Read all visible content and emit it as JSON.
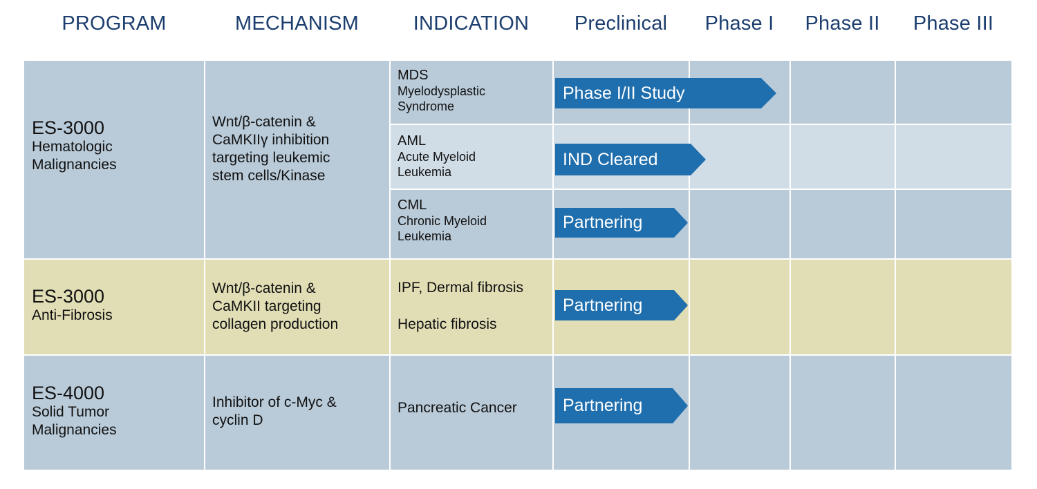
{
  "headers": {
    "program": "PROGRAM",
    "mechanism": "MECHANISM",
    "indication": "INDICATION",
    "preclinical": "Preclinical",
    "phase1": "Phase I",
    "phase2": "Phase II",
    "phase3": "Phase III"
  },
  "programs": [
    {
      "name": "ES-3000",
      "area_line1": "Hematologic",
      "area_line2": "Malignancies",
      "mechanism": [
        "Wnt/β-catenin &",
        "CaMKIIγ inhibition",
        "targeting leukemic",
        "stem cells/Kinase"
      ],
      "indications": [
        {
          "code": "MDS",
          "full1": "Myelodysplastic",
          "full2": "Syndrome",
          "status": "Phase I/II Study"
        },
        {
          "code": "AML",
          "full1": "Acute Myeloid",
          "full2": "Leukemia",
          "status": "IND Cleared"
        },
        {
          "code": "CML",
          "full1": "Chronic Myeloid",
          "full2": "Leukemia",
          "status": "Partnering"
        }
      ]
    },
    {
      "name": "ES-3000",
      "area_line1": "Anti-Fibrosis",
      "mechanism": [
        "Wnt/β-catenin &",
        "CaMKII targeting",
        "collagen production"
      ],
      "indications_text": [
        "IPF, Dermal fibrosis",
        "Hepatic fibrosis"
      ],
      "status": "Partnering"
    },
    {
      "name": "ES-4000",
      "area_line1": "Solid Tumor",
      "area_line2": "Malignancies",
      "mechanism": [
        "Inhibitor of c-Myc &",
        "cyclin D"
      ],
      "indication": "Pancreatic Cancer",
      "status": "Partnering"
    }
  ],
  "colors": {
    "header_text": "#1c3e6e",
    "row_blue": "#b9cad8",
    "row_light_blue": "#d1dde6",
    "row_tan": "#e1ddb5",
    "arrow": "#1f6ead"
  }
}
